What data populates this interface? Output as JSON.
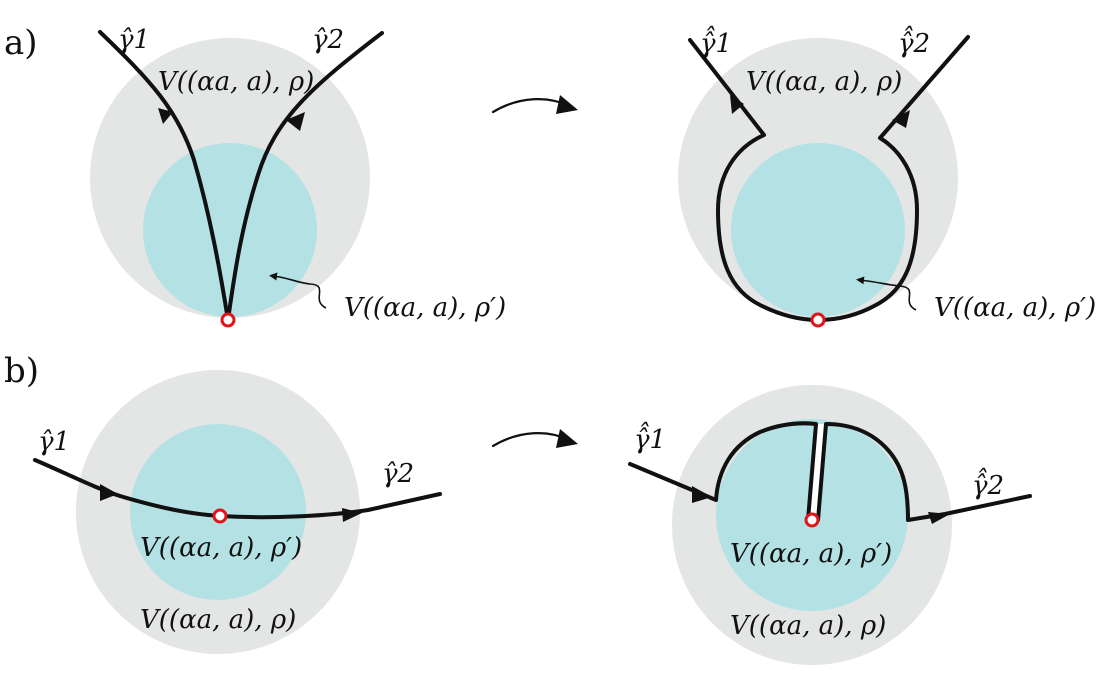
{
  "labels": {
    "panel_a": "a)",
    "panel_b": "b)",
    "gamma1": "γ̂1",
    "gamma2": "γ̂2",
    "gamma1_hat": "γ̂̂1",
    "gamma2_hat": "γ̂̂2",
    "outer_region": "V((αa, a), ρ)",
    "inner_region": "V((αa, a), ρ′)"
  },
  "colors": {
    "outer_disk": "#e4e6e6",
    "inner_disk": "#b4e1e4",
    "curve": "#111111",
    "singular_point": "#e0141a"
  }
}
